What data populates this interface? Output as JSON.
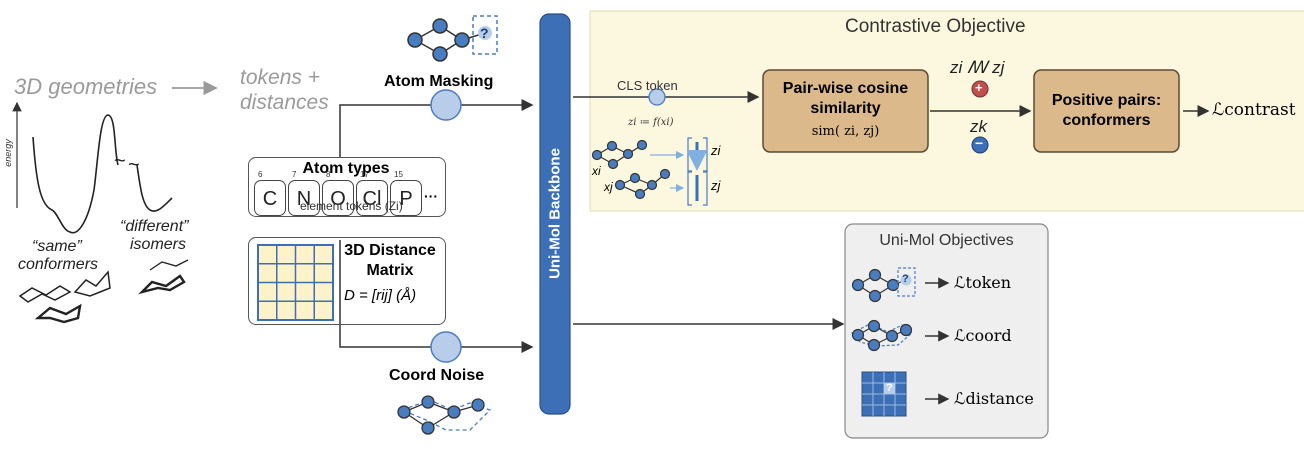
{
  "left": {
    "geometries_label": "3D geometries",
    "tokens_label_1": "tokens +",
    "tokens_label_2": "distances",
    "energy_axis_label": "energy",
    "tilde_1": "~",
    "tilde_2": "~",
    "same_label": "“same”",
    "conformers_label": "conformers",
    "different_label": "“different”",
    "isomers_label": "isomers"
  },
  "atom_types": {
    "title": "Atom types",
    "tokens": [
      {
        "num": "6",
        "sym": "C"
      },
      {
        "num": "7",
        "sym": "N"
      },
      {
        "num": "8",
        "sym": "O"
      },
      {
        "num": "17",
        "sym": "Cl"
      },
      {
        "num": "15",
        "sym": "P"
      }
    ],
    "ellipsis": "···",
    "caption": "element tokens (Zi)"
  },
  "distance_matrix": {
    "title_1": "3D Distance",
    "title_2": "Matrix",
    "formula": "D = [rij] (Å)"
  },
  "masking": {
    "label": "Atom Masking",
    "question": "?"
  },
  "noise": {
    "label": "Coord Noise"
  },
  "backbone": {
    "label": "Uni-Mol Backbone"
  },
  "contrastive": {
    "title": "Contrastive Objective",
    "cls_label": "CLS token",
    "zi_def": "zi ≔ f(xi)",
    "xi": "xi",
    "xj": "xj",
    "zi": "zi",
    "zj": "zj",
    "cosine_title_1": "Pair-wise cosine",
    "cosine_title_2": "similarity",
    "cosine_formula": "sim( zi, zj)",
    "pair_top": "zi ꟿ zj",
    "pair_bottom": "zk",
    "plus": "+",
    "minus": "−",
    "positive_1": "Positive pairs:",
    "positive_2": "conformers",
    "loss": "ℒcontrast"
  },
  "unimol": {
    "title": "Uni-Mol Objectives",
    "loss_token": "ℒtoken",
    "loss_coord": "ℒcoord",
    "loss_distance": "ℒdistance",
    "question": "?"
  },
  "colors": {
    "backbone": "#3d6fb6",
    "node": "#4a7cc0",
    "node_light": "#b7cde9",
    "contrastive_bg": "#fbf8df",
    "tan_box": "#dcb98b",
    "grid": "#fdf2c8",
    "unimol_bg": "#efefef"
  }
}
